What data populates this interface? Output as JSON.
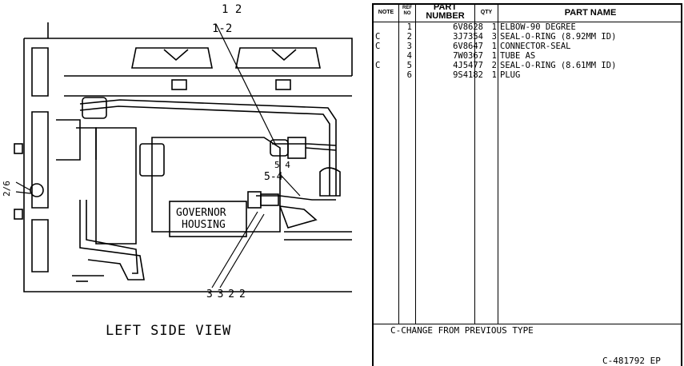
{
  "drawing": {
    "top_callout": "1 2",
    "callout_1_2": "1-2",
    "callout_5_4_small": "5 4",
    "callout_5_4": "5-4",
    "callout_2_6": "2/6",
    "callout_3_2": "3 3 2 2",
    "housing_line1": "GOVERNOR",
    "housing_line2": "HOUSING",
    "view_title": "LEFT SIDE VIEW"
  },
  "table": {
    "headers": {
      "note": "NOTE",
      "ref_no": "REF NO",
      "part_number": "PART NUMBER",
      "qty": "QTY",
      "part_name": "PART NAME"
    },
    "rows": [
      {
        "note": "",
        "ref": "1",
        "part": "6V8628",
        "qty": "1",
        "name": "ELBOW-90 DEGREE"
      },
      {
        "note": "C",
        "ref": "2",
        "part": "3J7354",
        "qty": "3",
        "name": "SEAL-O-RING (8.92MM ID)"
      },
      {
        "note": "C",
        "ref": "3",
        "part": "6V8647",
        "qty": "1",
        "name": "CONNECTOR-SEAL"
      },
      {
        "note": "",
        "ref": "4",
        "part": "7W0367",
        "qty": "1",
        "name": "TUBE AS"
      },
      {
        "note": "C",
        "ref": "5",
        "part": "4J5477",
        "qty": "2",
        "name": "SEAL-O-RING (8.61MM ID)"
      },
      {
        "note": "",
        "ref": "6",
        "part": "9S4182",
        "qty": "1",
        "name": "PLUG"
      }
    ],
    "footnote": "C-CHANGE FROM PREVIOUS TYPE",
    "document_number": "C-481792 EP"
  }
}
